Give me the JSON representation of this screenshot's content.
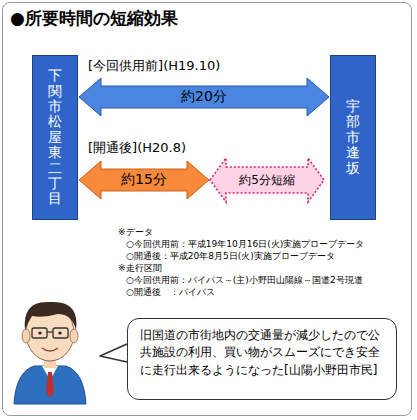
{
  "diagram": {
    "title": "●所要時間の短縮効果",
    "nodes": [
      {
        "text": [
          "下関市松屋東二丁目"
        ]
      },
      {
        "text": [
          "宇部市逢坂"
        ]
      },
      {
        "text": [
          "約5分短縮"
        ]
      },
      {
        "text": [
          "旧国道の市街地内の交通量が減少したので公共施設の利用、買い物がスムーズにでき安全に走行出来るようになった",
          "[山陽小野田市民]"
        ]
      }
    ],
    "edges": [
      {
        "from": 0,
        "to": 1,
        "label": "約20分",
        "arrow": "both"
      },
      {
        "from": 0,
        "to": 2,
        "label": "約15分",
        "arrow": "both"
      }
    ],
    "labels": [
      "[今回供用前](H19.10)",
      "[開通後](H20.8)",
      "※データ",
      "○今回供用前：平成19年10月16日(火)実施プローブデータ",
      "○開通後：平成20年8月5日(火)実施プローブデータ",
      "※走行区間",
      "○今回供用前：バイパス～(主)小野田山陽線～国道2号現道",
      "○開通後　：バイパス"
    ]
  }
}
